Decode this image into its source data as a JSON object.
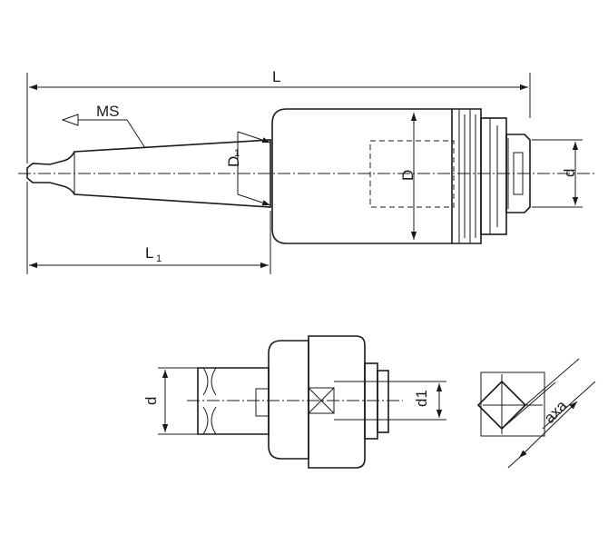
{
  "labels": {
    "L": "L",
    "MS": "MS",
    "D1_main": "D",
    "D1_sub": "1",
    "D": "D",
    "d_top": "d",
    "L1_main": "L",
    "L1_sub": "1",
    "d_bottom": "d",
    "d1": "d1",
    "axa": "axa"
  }
}
